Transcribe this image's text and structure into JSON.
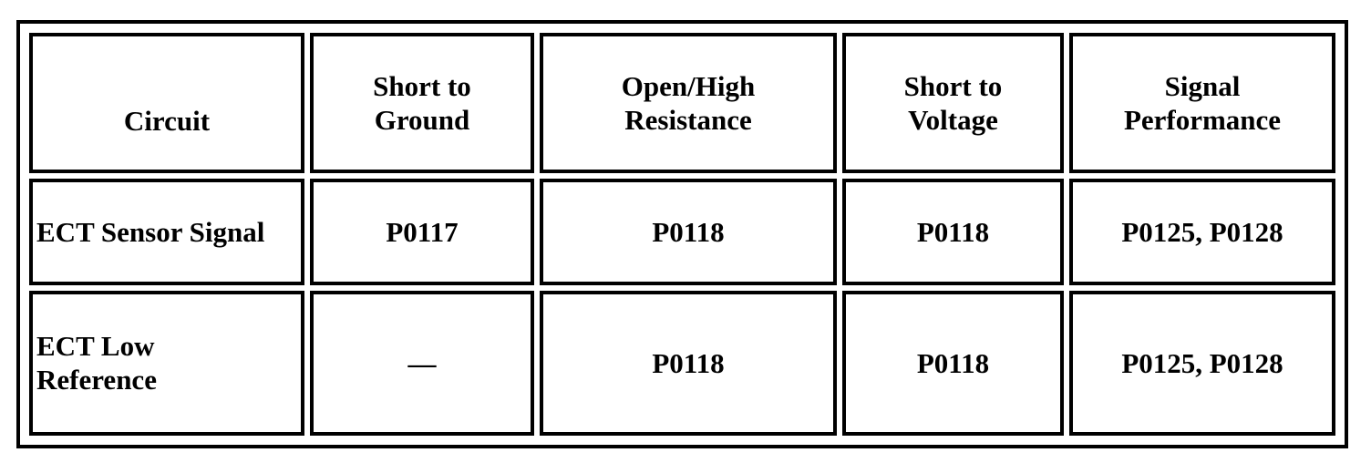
{
  "table": {
    "headers": {
      "circuit": [
        "Circuit"
      ],
      "short_to_ground": [
        "Short to",
        "Ground"
      ],
      "open_high_resistance": [
        "Open/High",
        "Resistance"
      ],
      "short_to_voltage": [
        "Short to",
        "Voltage"
      ],
      "signal_performance": [
        "Signal",
        "Performance"
      ]
    },
    "rows": [
      {
        "circuit": [
          "ECT Sensor Signal"
        ],
        "short_to_ground": "P0117",
        "open_high_resistance": "P0118",
        "short_to_voltage": "P0118",
        "signal_performance": "P0125, P0128"
      },
      {
        "circuit": [
          "ECT Low",
          "Reference"
        ],
        "short_to_ground": "—",
        "open_high_resistance": "P0118",
        "short_to_voltage": "P0118",
        "signal_performance": "P0125, P0128"
      }
    ]
  }
}
